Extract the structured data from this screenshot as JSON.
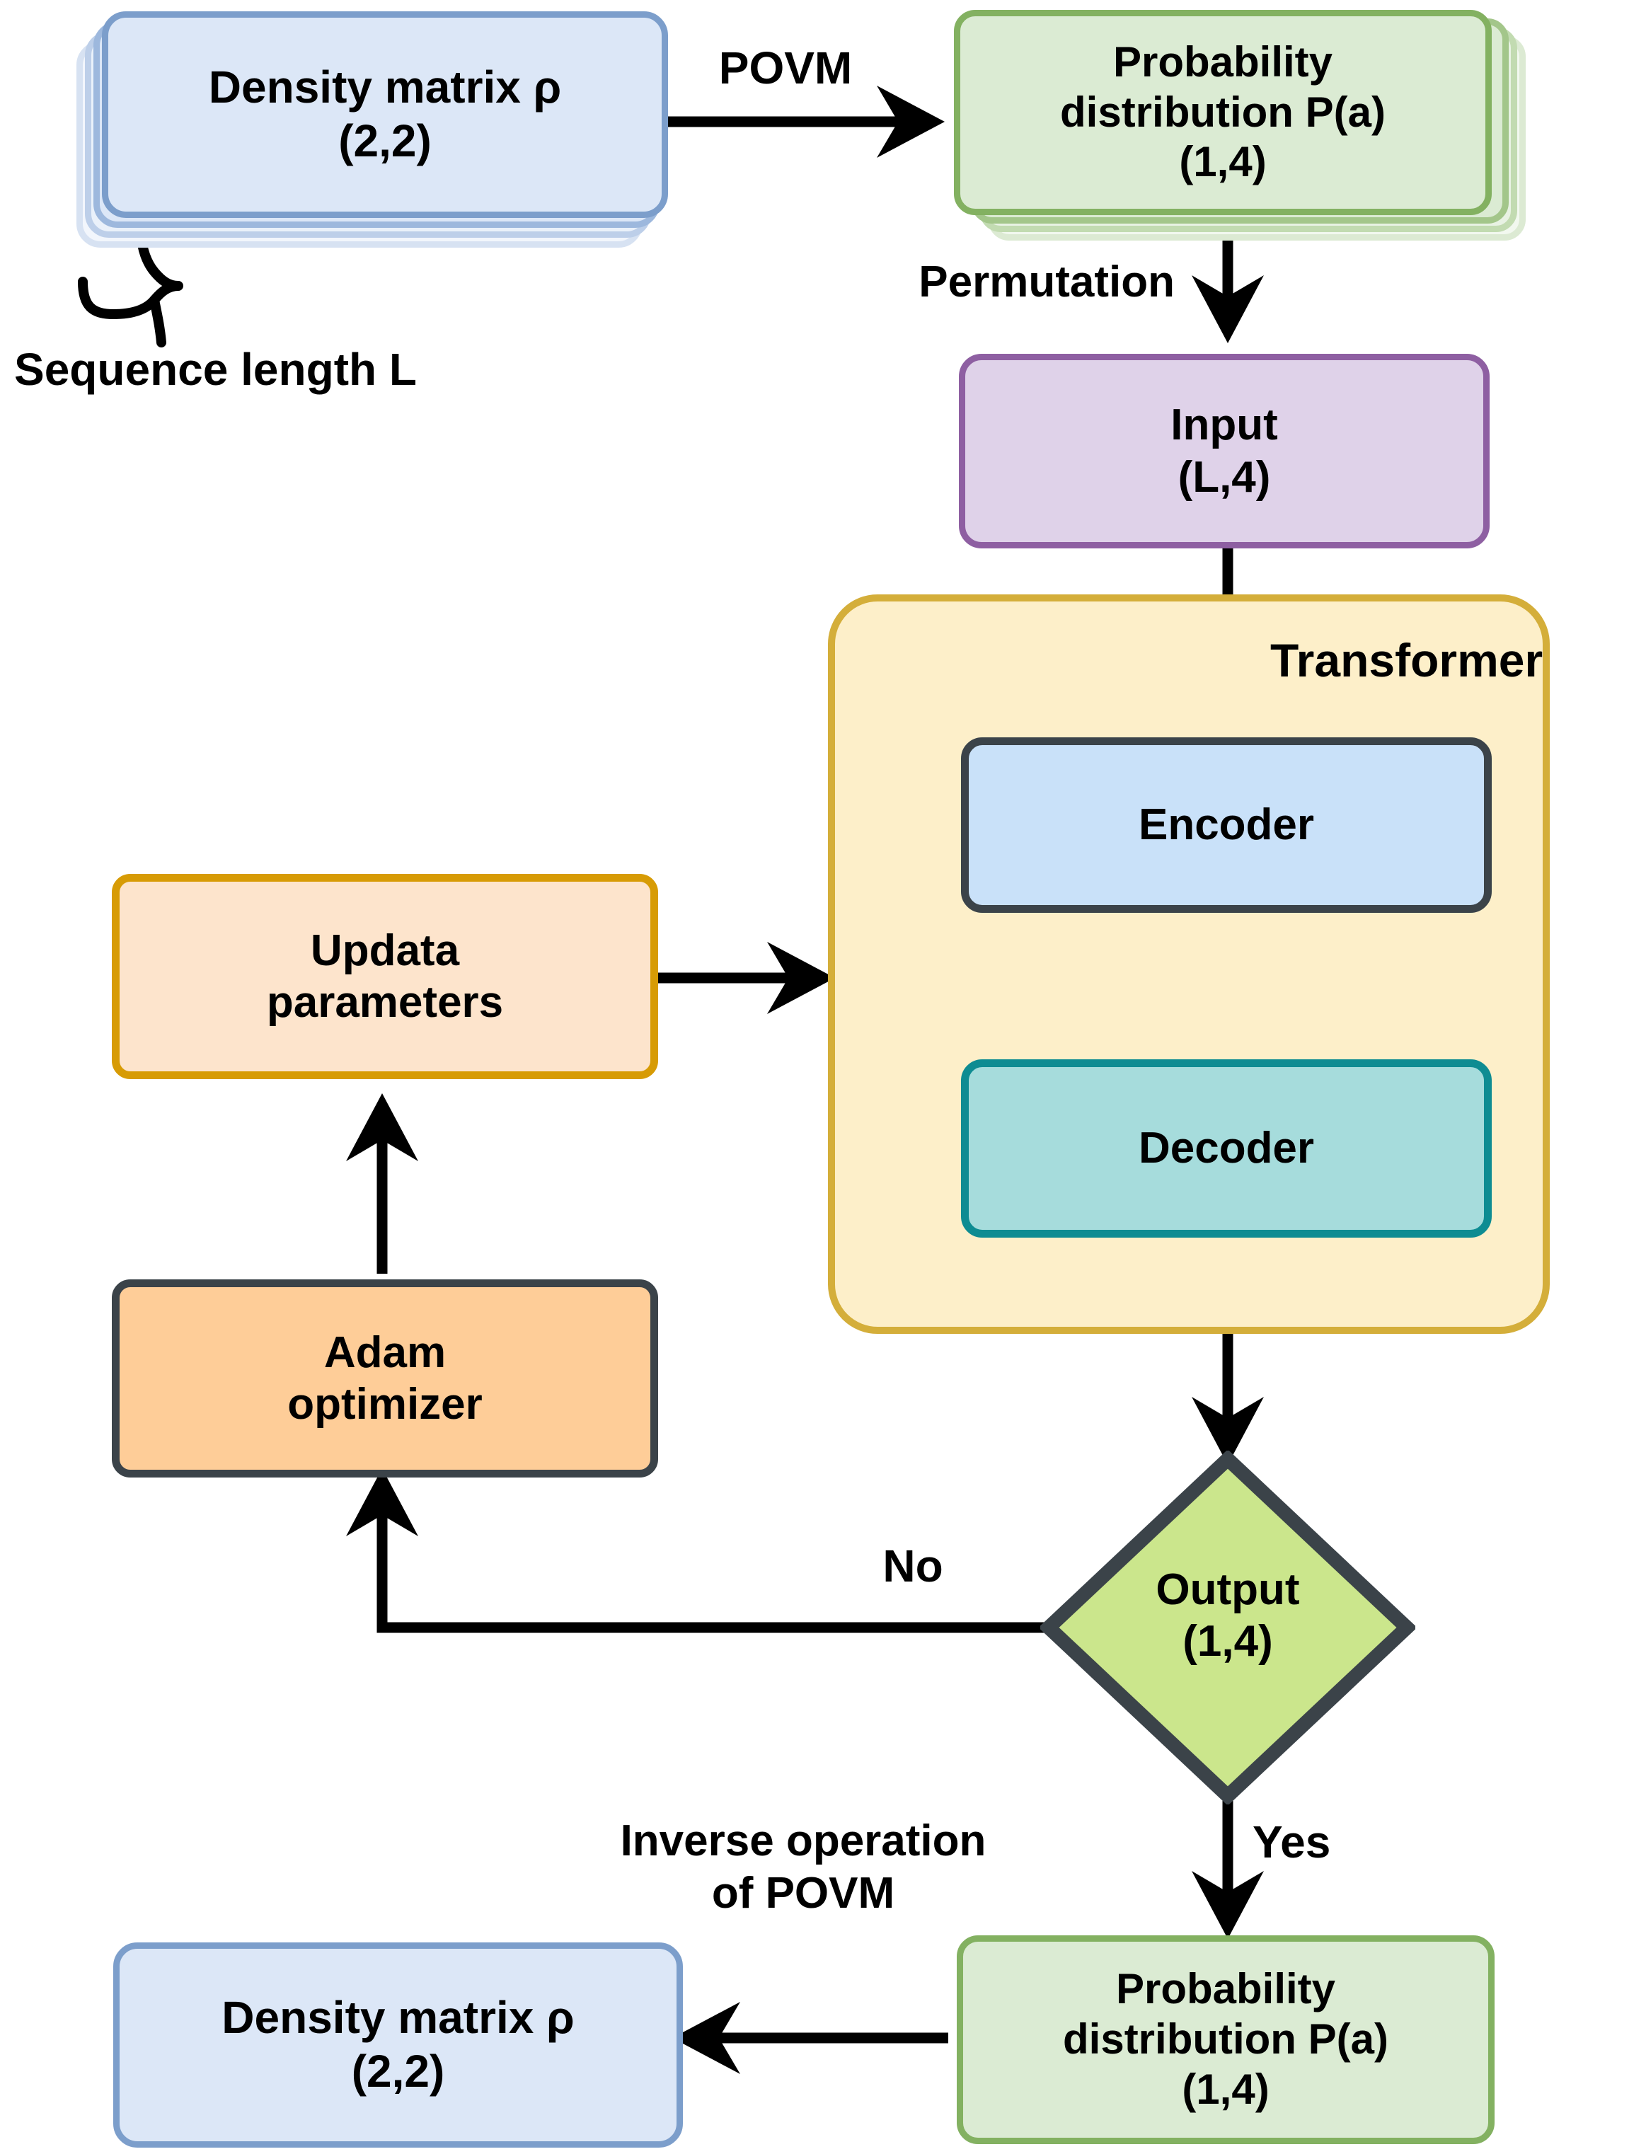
{
  "diagram": {
    "title": "Quantum state tomography transformer pipeline flowchart",
    "nodes": {
      "density_matrix_input": {
        "label": "Density matrix ρ\n(2,2)",
        "shape": "stacked-rounded-rect",
        "fill": "#DCE7F7",
        "stroke": "#7C9ECB"
      },
      "sequence_length": {
        "label": "Sequence length L"
      },
      "probability_distribution_top": {
        "label": "Probability\ndistribution P(a)\n(1,4)",
        "shape": "stacked-rounded-rect",
        "fill": "#DBEBD3",
        "stroke": "#83B161"
      },
      "input": {
        "label": "Input\n(L,4)",
        "shape": "rounded-rect",
        "fill": "#DFD2E9",
        "stroke": "#8E5FA2"
      },
      "transformer": {
        "label": "Transformer",
        "shape": "rounded-container",
        "fill": "#FDEFC9",
        "stroke": "#D4AE3A"
      },
      "encoder": {
        "label": "Encoder",
        "shape": "rounded-rect",
        "fill": "#C9E1F9",
        "stroke": "#3B4349"
      },
      "decoder": {
        "label": "Decoder",
        "shape": "rounded-rect",
        "fill": "#A6DCDC",
        "stroke": "#0E8C92"
      },
      "updata_parameters": {
        "label": "Updata\nparameters",
        "shape": "rounded-rect",
        "fill": "#FDE4CC",
        "stroke": "#D79B05"
      },
      "adam_optimizer": {
        "label": "Adam\noptimizer",
        "shape": "rounded-rect",
        "fill": "#FECD98",
        "stroke": "#3B4349"
      },
      "output_decision": {
        "label": "Output\n(1,4)",
        "shape": "diamond",
        "fill": "#CBE68C",
        "stroke": "#3B4349"
      },
      "probability_distribution_bottom": {
        "label": "Probability\ndistribution P(a)\n(1,4)",
        "shape": "rounded-rect",
        "fill": "#DBEBD3",
        "stroke": "#83B161"
      },
      "density_matrix_output": {
        "label": "Density matrix ρ\n(2,2)",
        "shape": "rounded-rect",
        "fill": "#DCE7F7",
        "stroke": "#7C9ECB"
      }
    },
    "edges": {
      "povm": {
        "label": "POVM",
        "from": "density_matrix_input",
        "to": "probability_distribution_top"
      },
      "permutation": {
        "label": "Permutation",
        "from": "probability_distribution_top",
        "to": "input"
      },
      "input_to_transformer": {
        "label": "",
        "from": "input",
        "to": "encoder"
      },
      "encoder_to_decoder": {
        "label": "",
        "from": "encoder",
        "to": "decoder"
      },
      "decoder_to_output": {
        "label": "",
        "from": "decoder",
        "to": "output_decision"
      },
      "output_no": {
        "label": "No",
        "from": "output_decision",
        "to": "adam_optimizer"
      },
      "adam_to_updata": {
        "label": "",
        "from": "adam_optimizer",
        "to": "updata_parameters"
      },
      "updata_to_transformer": {
        "label": "",
        "from": "updata_parameters",
        "to": "transformer"
      },
      "output_yes": {
        "label": "Yes",
        "from": "output_decision",
        "to": "probability_distribution_bottom"
      },
      "inverse_povm": {
        "label": "Inverse operation\nof POVM",
        "from": "probability_distribution_bottom",
        "to": "density_matrix_output"
      }
    },
    "colors": {
      "arrow": "#000000",
      "text": "#000000",
      "background": "#FFFFFF"
    }
  }
}
